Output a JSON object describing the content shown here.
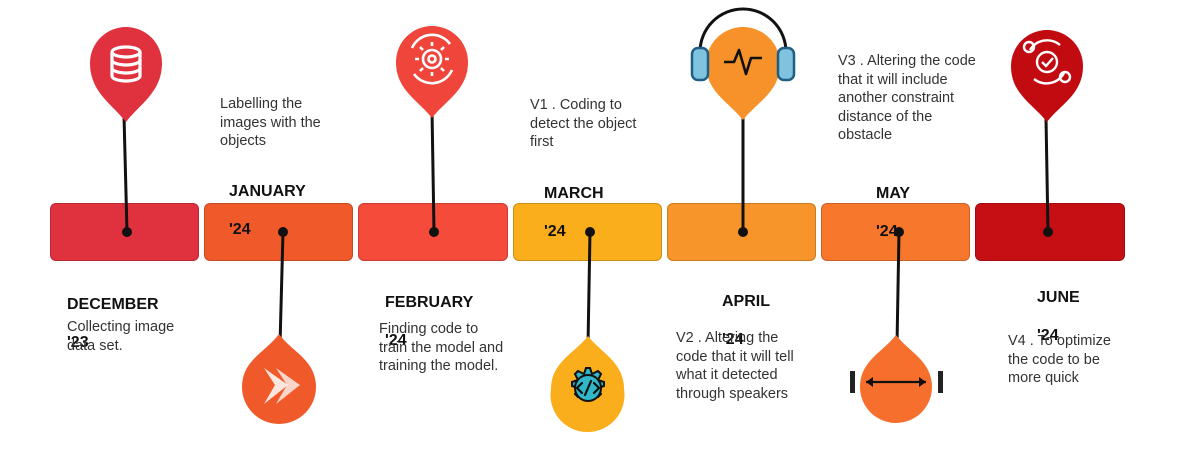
{
  "timeline": [
    {
      "month": "DECEMBER",
      "year": "'23",
      "description": "Collecting image data set.",
      "color": "#e0313f",
      "pin_color": "#e0313f",
      "icon": "database-icon"
    },
    {
      "month": "JANUARY",
      "year": "'24",
      "description": "Labelling the images with the objects",
      "color": "#f05a2a",
      "pin_color": "#f05a2a",
      "icon": "arrow-chevron-icon"
    },
    {
      "month": "FEBRUARY",
      "year": "'24",
      "description": "Finding code to train the model and training the model.",
      "color": "#f44b3b",
      "pin_color": "#f0453a",
      "icon": "gear-cycle-icon"
    },
    {
      "month": "MARCH",
      "year": "'24",
      "description": "V1 . Coding to detect the object first",
      "color": "#fbae1b",
      "pin_color": "#fbae1b",
      "icon": "code-gear-icon"
    },
    {
      "month": "APRIL",
      "year": "'24",
      "description": "V2 . Altering the code that it will tell what it detected through speakers",
      "color": "#f7952a",
      "pin_color": "#f7922a",
      "icon": "headphones-pulse-icon"
    },
    {
      "month": "MAY",
      "year": "'24",
      "description": "V3 . Altering the code that it will include another constraint distance of the obstacle",
      "color": "#f7772c",
      "pin_color": "#f76f2c",
      "icon": "distance-arrow-icon"
    },
    {
      "month": "JUNE",
      "year": "'24",
      "description": "V4 . To optimize the code to be more quick",
      "color": "#c60f14",
      "pin_color": "#c10b10",
      "icon": "optimize-gears-icon"
    }
  ]
}
